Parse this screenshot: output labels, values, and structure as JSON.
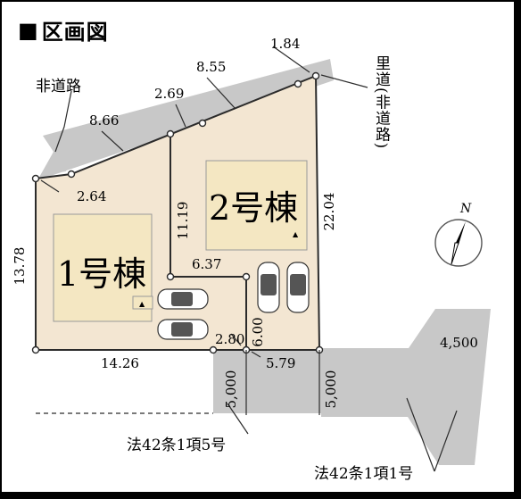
{
  "header": {
    "marker": "■",
    "title": "区画図"
  },
  "labels": {
    "non_road": "非道路",
    "village_road": "里道(非道路)",
    "road_5": "法42条1項5号",
    "road_1": "法42条1項1号",
    "compass_n": "N"
  },
  "buildings": {
    "lot1": "1号棟",
    "lot2": "2号棟"
  },
  "dimensions": {
    "d1_84": "1.84",
    "d8_55": "8.55",
    "d2_69": "2.69",
    "d8_66": "8.66",
    "d2_64": "2.64",
    "d11_19": "11.19",
    "d22_04": "22.04",
    "d13_78": "13.78",
    "d6_37": "6.37",
    "d6_00": "6.00",
    "d2_80": "2.80",
    "d14_26": "14.26",
    "d5_79": "5.79",
    "d5000_a": "5,000",
    "d5000_b": "5,000",
    "d4500": "4,500"
  },
  "colors": {
    "lot": "#f3e6d2",
    "building": "#f4e7c2",
    "road": "#c8c8c8",
    "line": "#2b2b2b"
  }
}
